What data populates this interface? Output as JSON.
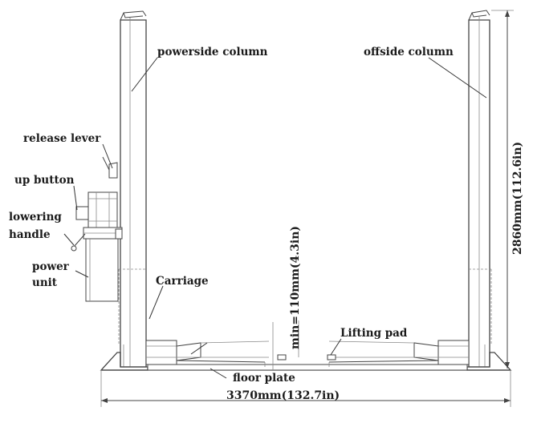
{
  "labels": {
    "powerside_column": "powerside column",
    "offside_column": "offside column",
    "release_lever": "release lever",
    "up_button": "up button",
    "lowering_handle_line1": "lowering",
    "lowering_handle_line2": "handle",
    "power_unit_line1": "power",
    "power_unit_line2": "unit",
    "carriage": "Carriage",
    "lifting_pad": "Lifting pad",
    "floor_plate": "floor plate"
  },
  "dimensions": {
    "height": "2860mm(112.6in)",
    "width": "3370mm(132.7in)",
    "min_height": "min=110mm(4.3in)"
  }
}
